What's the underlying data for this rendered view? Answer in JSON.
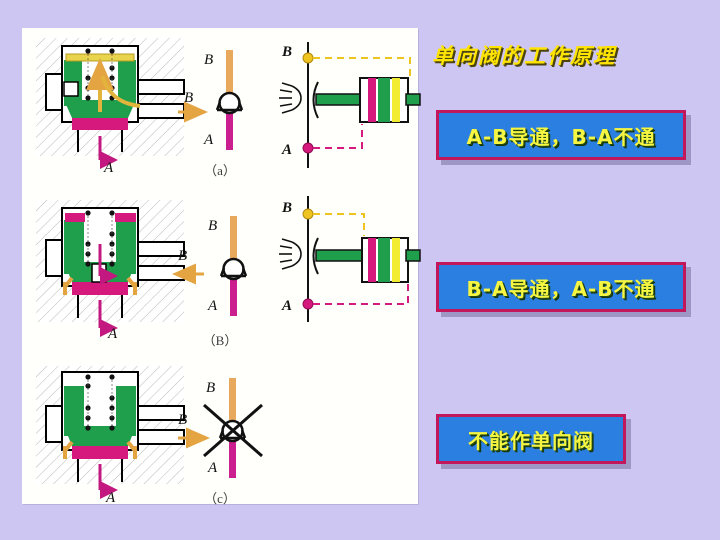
{
  "page": {
    "background_color": "#cdc5f2",
    "panel_color": "#fffffc"
  },
  "title": {
    "text": "单向阀的工作原理",
    "color": "#ffe400"
  },
  "callouts": [
    {
      "id": "callout-ab",
      "text": "A-B导通，B-A不通",
      "text_color": "#f5f542",
      "fill": "#2a7fe0",
      "border": "#c2185b"
    },
    {
      "id": "callout-ba",
      "text": "B-A导通，A-B不通",
      "text_color": "#f5f542",
      "fill": "#2a7fe0",
      "border": "#c2185b"
    },
    {
      "id": "callout-none",
      "text": "不能作单向阀",
      "text_color": "#f5f542",
      "fill": "#2a7fe0",
      "border": "#c2185b"
    }
  ],
  "rows": [
    {
      "label": "（a）",
      "valve": {
        "port_in_label": "A",
        "port_out_label": "B",
        "flow_direction": "A to B",
        "seal_top_color": "#e8d44d",
        "seal_bottom_color": "#d6197d",
        "body_color": "#1f9e4b",
        "flow_arrow_color": "#e0a62a"
      },
      "symbol": {
        "top_label": "B",
        "bottom_label": "A",
        "top_line_color": "#e8a95c",
        "bottom_line_color": "#cc1f8f",
        "crossed_out": false
      },
      "circuit": {
        "top_node_label": "B",
        "bottom_node_label": "A",
        "top_node_color": "#f0c420",
        "bottom_node_color": "#d6197d",
        "rod_color": "#1f9e4b",
        "piston_bands": [
          "#d6197d",
          "#1f9e4b",
          "#f2ec33"
        ],
        "rod_extended": false
      }
    },
    {
      "label": "（B）",
      "valve": {
        "port_in_label": "B",
        "port_out_label": "A",
        "flow_direction": "B to A",
        "seal_top_color": "#d6197d",
        "seal_bottom_color": "#d6197d",
        "body_color": "#1f9e4b",
        "flow_arrow_color": "#e0a62a"
      },
      "symbol": {
        "top_label": "B",
        "bottom_label": "A",
        "top_line_color": "#e8a95c",
        "bottom_line_color": "#cc1f8f",
        "crossed_out": false
      },
      "circuit": {
        "top_node_label": "B",
        "bottom_node_label": "A",
        "top_node_color": "#f0c420",
        "bottom_node_color": "#d6197d",
        "rod_color": "#1f9e4b",
        "piston_bands": [
          "#d6197d",
          "#1f9e4b",
          "#f2ec33"
        ],
        "rod_extended": true
      }
    },
    {
      "label": "（c）",
      "valve": {
        "port_in_label": "A",
        "port_out_label": "B",
        "flow_direction": "A to B",
        "seal_top_color": "none",
        "seal_bottom_color": "#d6197d",
        "body_color": "#1f9e4b",
        "flow_arrow_color": "#e0a62a"
      },
      "symbol": {
        "top_label": "B",
        "bottom_label": "A",
        "top_line_color": "#e8a95c",
        "bottom_line_color": "#cc1f8f",
        "crossed_out": true
      },
      "circuit": null
    }
  ]
}
